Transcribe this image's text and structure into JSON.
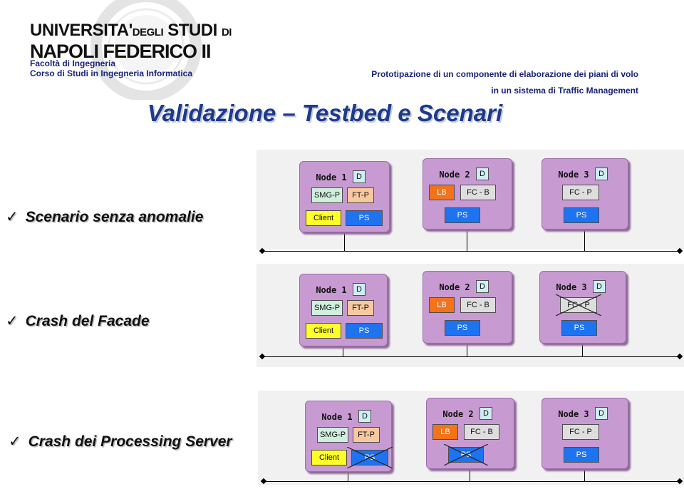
{
  "header": {
    "university_line1": "UNIVERSITA' DEGLI STUDI DI",
    "university_line1_main": "UNIVERSITA'",
    "university_line1_small": "DEGLI",
    "university_line1_studi": "STUDI",
    "university_line1_di": "DI",
    "university_line2": "NAPOLI FEDERICO II",
    "faculty": "Facoltà di Ingegneria",
    "course": "Corso di Studi in Ingegneria Informatica",
    "project_line1": "Prototipazione di un componente di elaborazione dei piani di volo",
    "project_line2": "in un sistema di Traffic Management"
  },
  "title": "Validazione – Testbed e Scenari",
  "scenarios": [
    {
      "label": "Scenario senza anomalie",
      "nodes": [
        {
          "name": "Node 1",
          "d": "D",
          "row1": [
            "SMG-P",
            "FT-P"
          ],
          "row2": [
            "Client",
            "PS"
          ],
          "crossed": []
        },
        {
          "name": "Node 2",
          "d": "D",
          "row1": [
            "LB",
            "FC - B"
          ],
          "row2": [
            "PS"
          ],
          "crossed": []
        },
        {
          "name": "Node 3",
          "d": "D",
          "row1": [
            "FC - P"
          ],
          "row2": [
            "PS"
          ],
          "crossed": []
        }
      ]
    },
    {
      "label": "Crash del Facade",
      "nodes": [
        {
          "name": "Node 1",
          "d": "D",
          "row1": [
            "SMG-P",
            "FT-P"
          ],
          "row2": [
            "Client",
            "PS"
          ],
          "crossed": []
        },
        {
          "name": "Node 2",
          "d": "D",
          "row1": [
            "LB",
            "FC - B"
          ],
          "row2": [
            "PS"
          ],
          "crossed": []
        },
        {
          "name": "Node 3",
          "d": "D",
          "row1": [
            "FC - P"
          ],
          "row2": [
            "PS"
          ],
          "crossed": [
            "FC - P"
          ]
        }
      ]
    },
    {
      "label": "Crash dei Processing Server",
      "nodes": [
        {
          "name": "Node 1",
          "d": "D",
          "row1": [
            "SMG-P",
            "FT-P"
          ],
          "row2": [
            "Client",
            "PS"
          ],
          "crossed": [
            "PS"
          ]
        },
        {
          "name": "Node 2",
          "d": "D",
          "row1": [
            "LB",
            "FC - B"
          ],
          "row2": [
            "PS"
          ],
          "crossed": [
            "PS"
          ]
        },
        {
          "name": "Node 3",
          "d": "D",
          "row1": [
            "FC - P"
          ],
          "row2": [
            "PS"
          ],
          "crossed": []
        }
      ]
    }
  ],
  "colors": {
    "node_fill": "#c79ad1",
    "title": "#1e3a8a",
    "header_text": "#1a237e",
    "blue_box": "#1e73f0",
    "orange_box": "#f2731a",
    "yellow_box": "#ffff2a"
  },
  "icons": [
    "university-seal-icon",
    "checkmark-icon",
    "cross-icon"
  ]
}
